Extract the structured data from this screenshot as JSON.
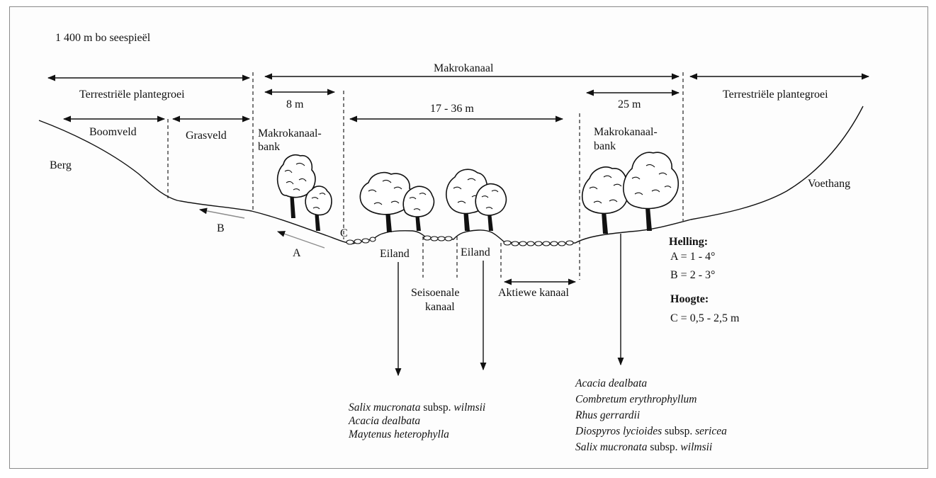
{
  "elevation": "1 400 m  bo seespieël",
  "zones": {
    "terrestrial_left": "Terrestriële  plantegroei",
    "macro_channel": "Makrokanaal",
    "terrestrial_right": "Terrestriële  plantegroei",
    "boomveld": "Boomveld",
    "grasveld": "Grasveld",
    "width_left_bank": "8 m",
    "width_channel": "17 - 36 m",
    "width_right_bank": "25 m",
    "bank_left_line1": "Makrokanaal-",
    "bank_left_line2": "bank",
    "bank_right_line1": "Makrokanaal-",
    "bank_right_line2": "bank"
  },
  "landforms": {
    "berg": "Berg",
    "voethang": "Voethang",
    "slope_b": "B",
    "slope_a": "A",
    "point_c": "C",
    "island_1": "Eiland",
    "island_2": "Eiland",
    "seasonal_line1": "Seisoenale",
    "seasonal_line2": "kanaal",
    "active_channel": "Aktiewe kanaal"
  },
  "legend": {
    "helling_title": "Helling:",
    "helling_a": "A  =  1 - 4°",
    "helling_b": "B  =  2 - 3°",
    "hoogte_title": "Hoogte:",
    "hoogte_c": "C  =  0,5  -  2,5 m"
  },
  "island_species": [
    {
      "italic": "Salix mucronata",
      "normal": " subsp. ",
      "italic2": "wilmsii"
    },
    {
      "italic": "Acacia dealbata",
      "normal": "",
      "italic2": ""
    },
    {
      "italic": "Maytenus heterophylla",
      "normal": "",
      "italic2": ""
    }
  ],
  "bank_species": [
    {
      "italic": "Acacia dealbata",
      "normal": "",
      "italic2": ""
    },
    {
      "italic": "Combretum erythrophyllum",
      "normal": "",
      "italic2": ""
    },
    {
      "italic": "Rhus gerrardii",
      "normal": "",
      "italic2": ""
    },
    {
      "italic": "Diospyros lycioides",
      "normal": " subsp. ",
      "italic2": "sericea"
    },
    {
      "italic": "Salix mucronata",
      "normal": " subsp. ",
      "italic2": "wilmsii"
    }
  ]
}
